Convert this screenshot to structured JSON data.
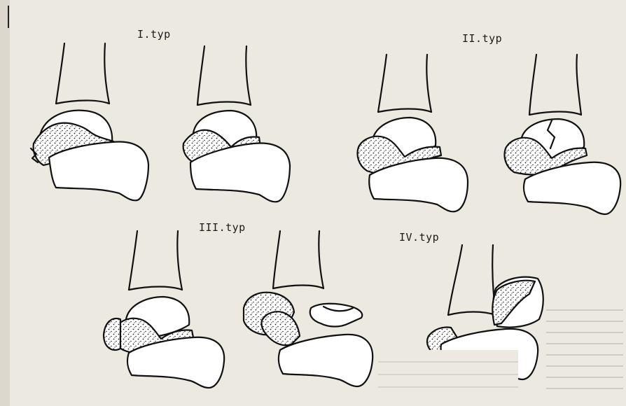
{
  "diagram": {
    "panels": [
      {
        "label": "I.typ"
      },
      {
        "label": "II.typ"
      },
      {
        "label": "III.typ"
      },
      {
        "label": "IV.typ"
      }
    ],
    "colors": {
      "paper": "#ece9e1",
      "ink": "#1a1a1a",
      "bleed_through": "#9d9a92"
    }
  }
}
